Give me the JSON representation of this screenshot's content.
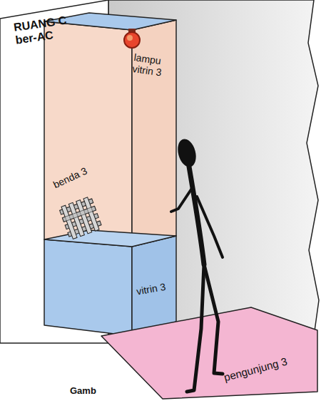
{
  "diagram": {
    "nodes": [
      {
        "text": [
          "RUANG C ber-AC"
        ]
      },
      {
        "text": [
          "lampu vitrin 3",
          "benda 3"
        ]
      },
      {
        "text": [
          "vitrin 3"
        ]
      },
      {
        "text": [
          "pengunjung 3"
        ]
      }
    ],
    "labels": [
      "Gamb"
    ]
  }
}
